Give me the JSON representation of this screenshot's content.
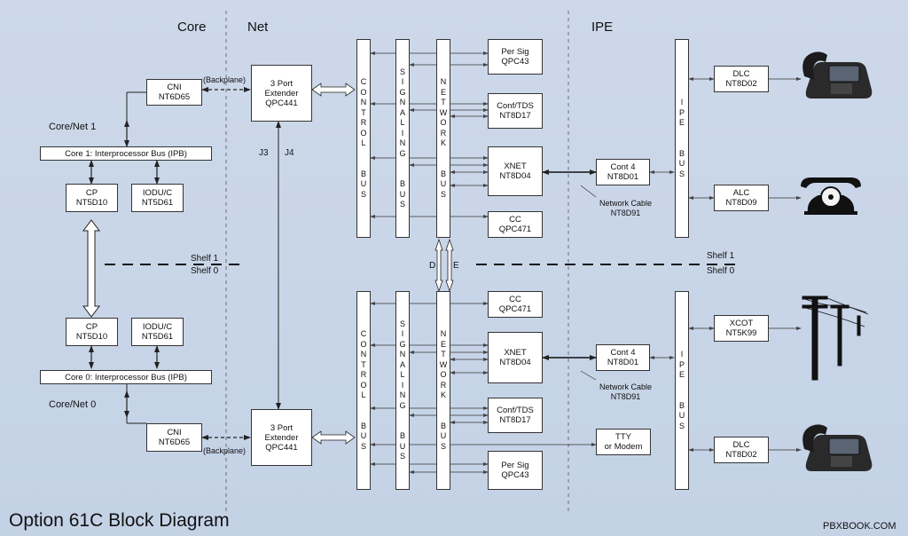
{
  "sections": {
    "core": "Core",
    "net": "Net",
    "ipe": "IPE"
  },
  "title": "Option 61C Block Diagram",
  "watermark": "PBXBOOK.COM",
  "labels": {
    "core_net_1": "Core/Net 1",
    "core_net_0": "Core/Net 0",
    "backplane": "(Backplane)",
    "j3": "J3",
    "j4": "J4",
    "d": "D",
    "e": "E",
    "shelf1": "Shelf 1",
    "shelf0": "Shelf 0",
    "network_cable": "Network Cable\nNT8D91"
  },
  "core": {
    "cni": "CNI\nNT6D65",
    "ipb1": "Core 1: Interprocessor Bus (IPB)",
    "ipb0": "Core 0: Interprocessor Bus (IPB)",
    "cp": "CP\nNT5D10",
    "iodu": "IODU/C\nNT5D61"
  },
  "net": {
    "extender": "3 Port\nExtender\nQPC441"
  },
  "buses": {
    "control": "CONTROL  BUS",
    "signaling": "SIGNALING  BUS",
    "network": "NETWORK  BUS",
    "ipe": "IPE  BUS"
  },
  "cards_top": [
    "Per Sig\nQPC43",
    "Conf/TDS\nNT8D17",
    "XNET\nNT8D04",
    "CC\nQPC471"
  ],
  "cards_bottom": [
    "CC\nQPC471",
    "XNET\nNT8D04",
    "Conf/TDS\nNT8D17",
    "TTY\nor Modem",
    "Per Sig\nQPC43"
  ],
  "ipe": {
    "cont4": "Cont 4\nNT8D01",
    "dlc": "DLC\nNT8D02",
    "alc": "ALC\nNT8D09",
    "xcot": "XCOT\nNT5K99"
  },
  "icons": [
    "digital-phone-icon",
    "rotary-phone-icon",
    "telephone-pole-icon"
  ]
}
